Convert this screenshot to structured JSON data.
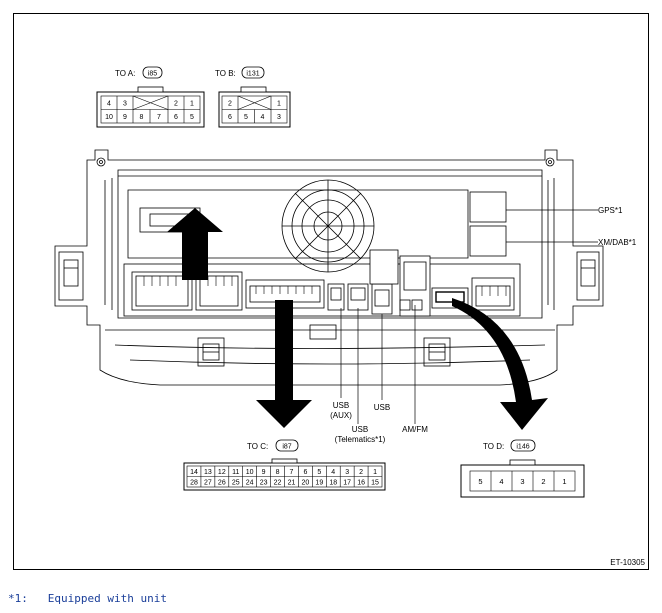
{
  "figure_id": "ET-10305",
  "connectors": {
    "a": {
      "label": "TO A:",
      "id": "i85",
      "top_pins": [
        "4",
        "3",
        "2",
        "1"
      ],
      "bottom_pins": [
        "10",
        "9",
        "8",
        "7",
        "6",
        "5"
      ]
    },
    "b": {
      "label": "TO B:",
      "id": "i131",
      "top_pins": [
        "2",
        "1"
      ],
      "bottom_pins": [
        "6",
        "5",
        "4",
        "3"
      ]
    },
    "c": {
      "label": "TO C:",
      "id": "i87",
      "top_pins": [
        "14",
        "13",
        "12",
        "11",
        "10",
        "9",
        "8",
        "7",
        "6",
        "5",
        "4",
        "3",
        "2",
        "1"
      ],
      "bottom_pins": [
        "28",
        "27",
        "26",
        "25",
        "24",
        "23",
        "22",
        "21",
        "20",
        "19",
        "18",
        "17",
        "16",
        "15"
      ]
    },
    "d": {
      "label": "TO D:",
      "id": "i146",
      "pins": [
        "5",
        "4",
        "3",
        "2",
        "1"
      ]
    }
  },
  "callouts": {
    "gps": "GPS*1",
    "xm_dab": "XM/DAB*1",
    "usb_aux_1": "USB",
    "usb_aux_2": "(AUX)",
    "usb_tel_1": "USB",
    "usb_tel_2": "(Telematics*1)",
    "usb": "USB",
    "am_fm": "AM/FM"
  },
  "footnote": {
    "marker": "*1:",
    "text": "Equipped with unit"
  }
}
